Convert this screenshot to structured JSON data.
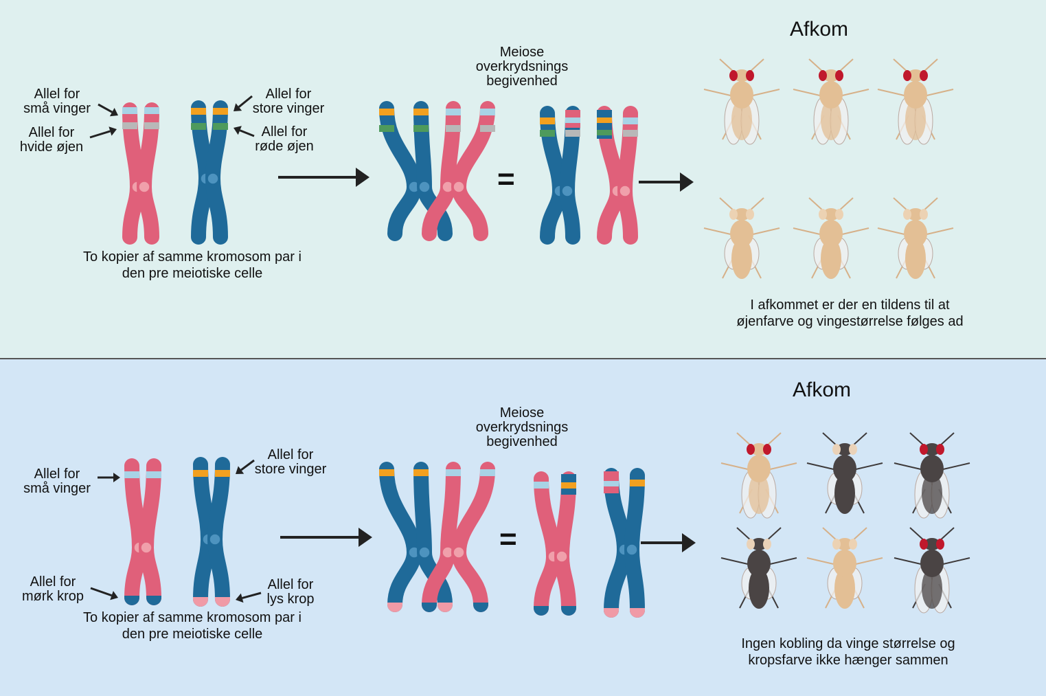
{
  "colors": {
    "top_background": "#dff0ef",
    "bottom_background": "#d3e6f6",
    "pink_chromosome": "#e0607a",
    "blue_chromosome": "#1f6a99",
    "small_wing_band": "#a8d3e6",
    "large_wing_band": "#f2a01f",
    "white_eye_band": "#b8b8b8",
    "red_eye_band": "#4e9a5c",
    "tan_fly": "#e3bf95",
    "dark_fly": "#4a4444",
    "red_eye": "#c0182c"
  },
  "top": {
    "labels": {
      "small_wings": "Allel for\nsmå vinger",
      "white_eyes": "Allel for\nhvide øjen",
      "large_wings": "Allel for\nstore vinger",
      "red_eyes": "Allel for\nrøde øjen"
    },
    "parent_caption": "To kopier af samme kromosom par i den pre meiotiske celle",
    "crossover_caption": "Meiose overkrydsnings begivenhed",
    "equals": "=",
    "offspring_title": "Afkom",
    "offspring": [
      {
        "body": "tan",
        "eyes": "red",
        "wings": "large"
      },
      {
        "body": "tan",
        "eyes": "red",
        "wings": "large"
      },
      {
        "body": "tan",
        "eyes": "red",
        "wings": "large"
      },
      {
        "body": "tan",
        "eyes": "white",
        "wings": "small"
      },
      {
        "body": "tan",
        "eyes": "white",
        "wings": "small"
      },
      {
        "body": "tan",
        "eyes": "white",
        "wings": "small"
      }
    ],
    "conclusion": "I afkommet er der en tildens til at øjenfarve og vingestørrelse følges ad"
  },
  "bottom": {
    "labels": {
      "small_wings": "Allel for\nsmå vinger",
      "dark_body": "Allel for\nmørk krop",
      "large_wings": "Allel for\nstore vinger",
      "light_body": "Allel for\nlys krop"
    },
    "parent_caption": "To kopier af samme kromosom par i den pre meiotiske celle",
    "crossover_caption": "Meiose overkrydsnings begivenhed",
    "equals": "=",
    "offspring_title": "Afkom",
    "offspring": [
      {
        "body": "tan",
        "eyes": "red",
        "wings": "large"
      },
      {
        "body": "dark",
        "eyes": "white",
        "wings": "small"
      },
      {
        "body": "dark",
        "eyes": "red",
        "wings": "large"
      },
      {
        "body": "dark",
        "eyes": "white",
        "wings": "small"
      },
      {
        "body": "tan",
        "eyes": "white",
        "wings": "small"
      },
      {
        "body": "dark",
        "eyes": "red",
        "wings": "large"
      }
    ],
    "conclusion": "Ingen kobling da vinge størrelse og kropsfarve ikke hænger sammen"
  }
}
